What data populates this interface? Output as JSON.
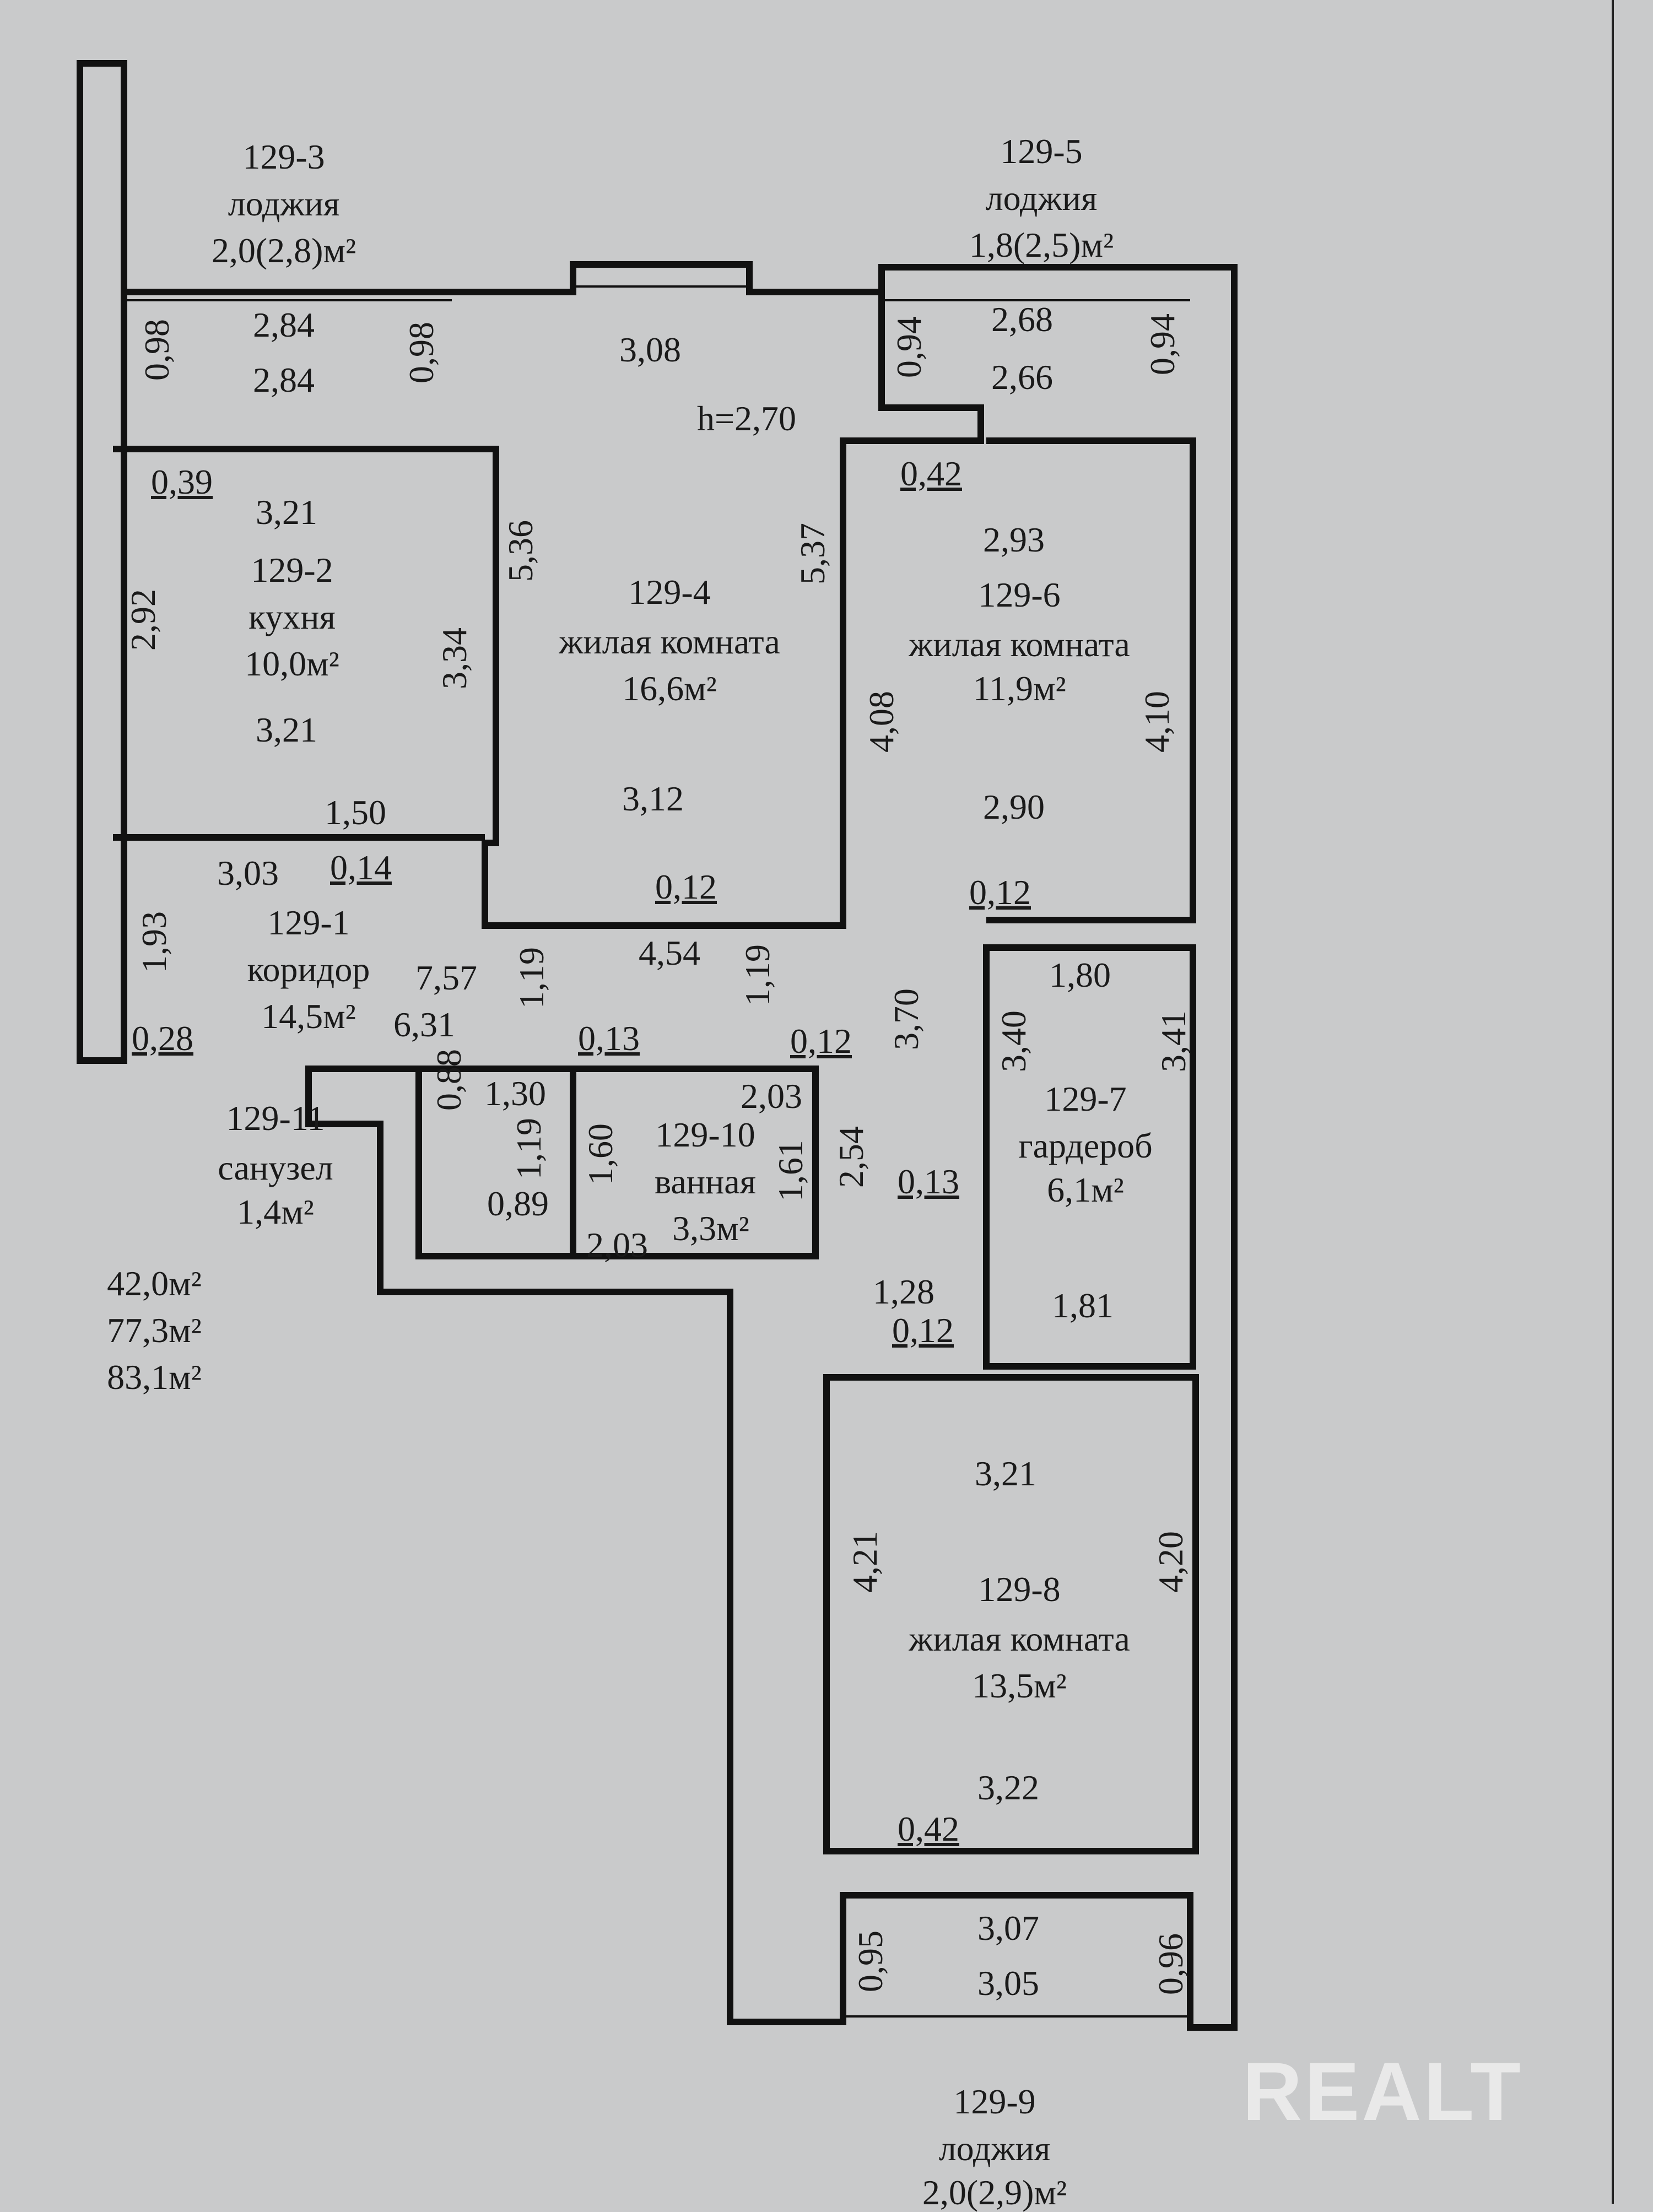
{
  "rooms": {
    "r3": {
      "id": "129-3",
      "name": "лоджия",
      "area": "2,0(2,8)м²"
    },
    "r5": {
      "id": "129-5",
      "name": "лоджия",
      "area": "1,8(2,5)м²"
    },
    "r2": {
      "id": "129-2",
      "name": "кухня",
      "area": "10,0м²"
    },
    "r4": {
      "id": "129-4",
      "name": "жилая комната",
      "area": "16,6м²"
    },
    "r6": {
      "id": "129-6",
      "name": "жилая комната",
      "area": "11,9м²"
    },
    "r1": {
      "id": "129-1",
      "name": "коридор",
      "area": "14,5м²"
    },
    "r7": {
      "id": "129-7",
      "name": "гардероб",
      "area": "6,1м²"
    },
    "r10": {
      "id": "129-10",
      "name": "ванная",
      "area": "3,3м²"
    },
    "r11": {
      "id": "129-11",
      "name": "санузел",
      "area": "1,4м²"
    },
    "r8": {
      "id": "129-8",
      "name": "жилая комната",
      "area": "13,5м²"
    },
    "r9": {
      "id": "129-9",
      "name": "лоджия",
      "area": "2,0(2,9)м²"
    }
  },
  "height": "h=2,70",
  "totals": [
    "42,0м²",
    "77,3м²",
    "83,1м²"
  ],
  "dims": {
    "d1": "0,98",
    "d2": "2,84",
    "d3": "2,84",
    "d4": "0,98",
    "d5": "3,08",
    "d6": "0,94",
    "d7": "2,68",
    "d8": "2,66",
    "d9": "0,94",
    "d10": "0,39",
    "d11": "3,21",
    "d12": "2,92",
    "d13": "3,34",
    "d14": "3,21",
    "d15": "5,36",
    "d16": "5,37",
    "d17": "0,42",
    "d18": "2,93",
    "d19": "4,08",
    "d20": "4,10",
    "d21": "1,50",
    "d22": "3,03",
    "d23": "0,14",
    "d24": "3,12",
    "d25": "2,90",
    "d26": "0,12",
    "d27": "0,12",
    "d28": "1,93",
    "d29": "7,57",
    "d30": "6,31",
    "d31": "1,19",
    "d32": "4,54",
    "d33": "1,19",
    "d34": "0,28",
    "d35": "0,13",
    "d36": "0,12",
    "d37": "1,80",
    "d38": "3,70",
    "d39": "3,40",
    "d40": "3,41",
    "d41": "0,88",
    "d42": "1,30",
    "d43": "1,19",
    "d44": "1,60",
    "d45": "2,03",
    "d46": "1,61",
    "d47": "2,54",
    "d48": "0,89",
    "d49": "2,03",
    "d50": "0,13",
    "d51": "1,28",
    "d52": "1,81",
    "d53": "0,12",
    "d54": "3,21",
    "d55": "4,21",
    "d56": "4,20",
    "d57": "3,22",
    "d58": "0,42",
    "d59": "3,07",
    "d60": "0,95",
    "d61": "3,05",
    "d62": "0,96"
  },
  "watermark": "REALT"
}
